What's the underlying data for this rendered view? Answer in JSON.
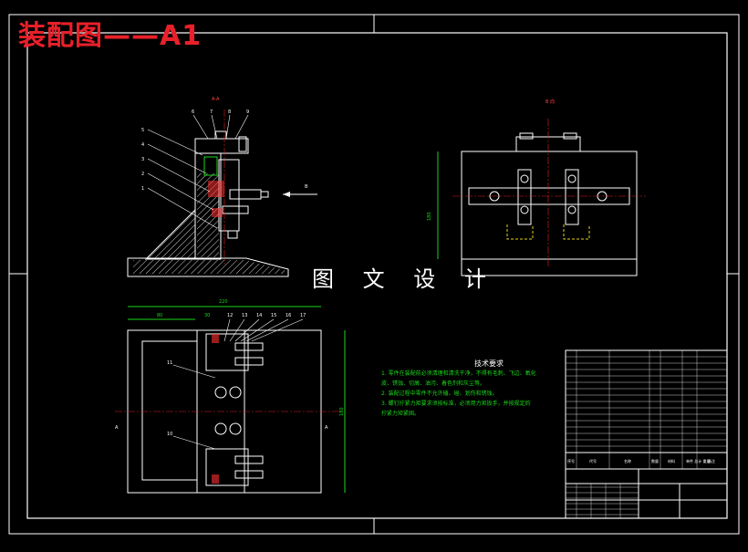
{
  "drawing": {
    "banner": "装配图——A1",
    "watermark": "图 文 设 计",
    "section_a_label": "A-A",
    "view_b_label": "B 向",
    "arrow_b_label": "B",
    "top_view_width_dim": "220",
    "top_view_height_dim": "180",
    "view_b_height_dim": "180",
    "top_view_dim_left": "80",
    "top_view_dim_mid": "30",
    "section_a_marker": "A",
    "balloons_left": [
      "5",
      "4",
      "3",
      "2",
      "1"
    ],
    "balloons_top": [
      "6",
      "7",
      "8",
      "9"
    ],
    "balloons_plan_top": [
      "12",
      "13",
      "14",
      "15",
      "16",
      "17"
    ],
    "balloons_plan_left": [
      "11",
      "10"
    ]
  },
  "tech_requirements": {
    "title": "技术要求",
    "lines": [
      "1. 零件在装配前必须清理和清洗干净，不得有毛刺、飞边、氧化",
      "皮、锈蚀、切屑、油污、着色剂和灰尘等。",
      "2. 装配过程中零件不允许磕、碰、划伤和锈蚀。",
      "3. 螺钉拧紧力矩要求须按标准，必须用力矩扳手，并按规定的",
      "拧紧力矩紧固。"
    ]
  },
  "title_block": {
    "header_cols": [
      "序号",
      "代号",
      "名称",
      "数量",
      "材料",
      "单件 总计 重量",
      "备注"
    ]
  },
  "colors": {
    "background": "#000000",
    "line": "#ffffff",
    "banner": "#e8202a",
    "dim": "#e02020",
    "centerline": "#e02020",
    "note": "#1ad81a",
    "hidden": "#e0d020",
    "hatch": "#ffffff"
  }
}
